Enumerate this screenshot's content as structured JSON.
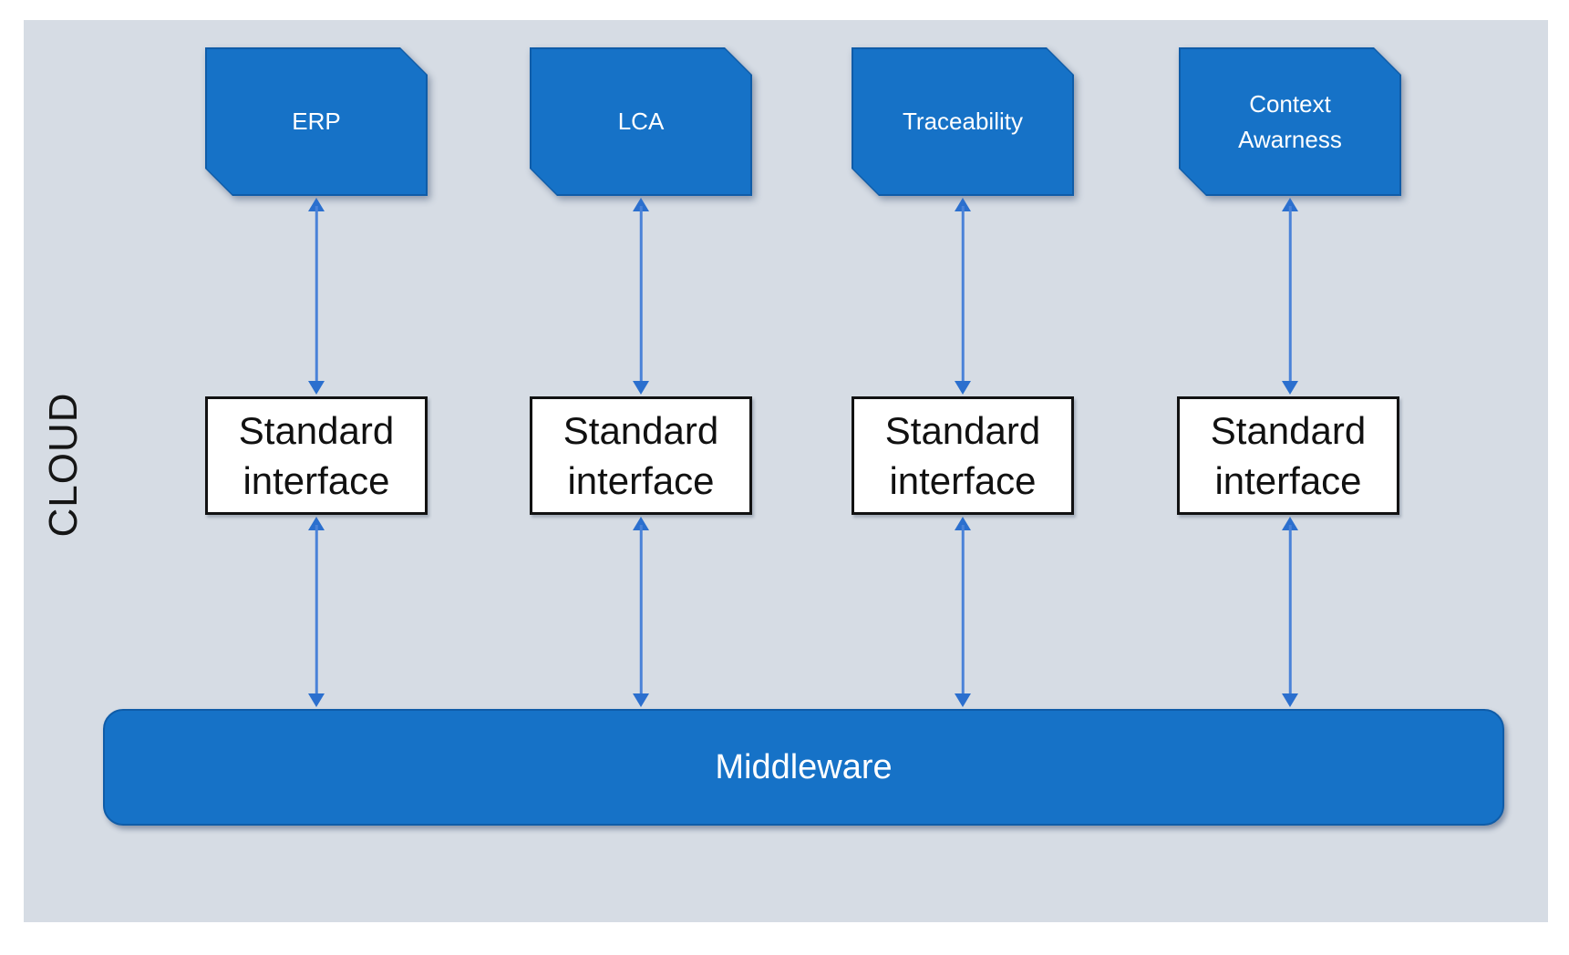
{
  "diagram": {
    "region_label": "CLOUD",
    "columns": [
      {
        "app": "ERP",
        "interface": "Standard interface"
      },
      {
        "app": "LCA",
        "interface": "Standard interface"
      },
      {
        "app": "Traceability",
        "interface": "Standard interface"
      },
      {
        "app": "Context Awarness",
        "interface": "Standard interface"
      }
    ],
    "middleware_label": "Middleware",
    "connections": "each application connects to its standard interface and each standard interface connects to the middleware via bidirectional arrows"
  },
  "colors": {
    "panel": "#D6DCE4",
    "node_fill": "#1672C7",
    "node_border": "#0F5CA8",
    "arrow_line": "#4A82D8",
    "arrow_head": "#2B6FCE"
  }
}
